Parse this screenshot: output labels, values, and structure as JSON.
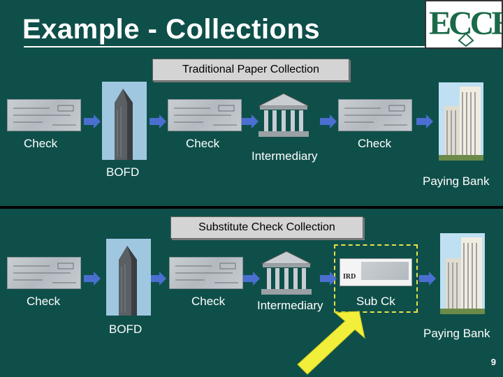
{
  "slide": {
    "title": "Example - Collections",
    "logo_text": "ECCHO",
    "page_number": "9"
  },
  "traditional": {
    "section_title": "Traditional Paper Collection",
    "check_label_1": "Check",
    "check_label_2": "Check",
    "intermediary_label": "Intermediary",
    "check_label_3": "Check",
    "bofd_label": "BOFD",
    "paying_bank_label": "Paying Bank"
  },
  "substitute": {
    "section_title": "Substitute Check Collection",
    "check_label_1": "Check",
    "check_label_2": "Check",
    "intermediary_label": "Intermediary",
    "sub_check_label": "Sub Ck",
    "ird_mark": "IRD",
    "bofd_label": "BOFD",
    "paying_bank_label": "Paying Bank"
  },
  "colors": {
    "background": "#0f4f4a",
    "arrow_fill": "#4a6fd0",
    "highlight_arrow": "#f2ef3a",
    "dashed_box": "#e8e24a"
  },
  "icons": [
    "check-image",
    "bofd-building-icon",
    "bank-columns-icon",
    "paying-bank-building-icon",
    "flow-arrow-icon"
  ]
}
